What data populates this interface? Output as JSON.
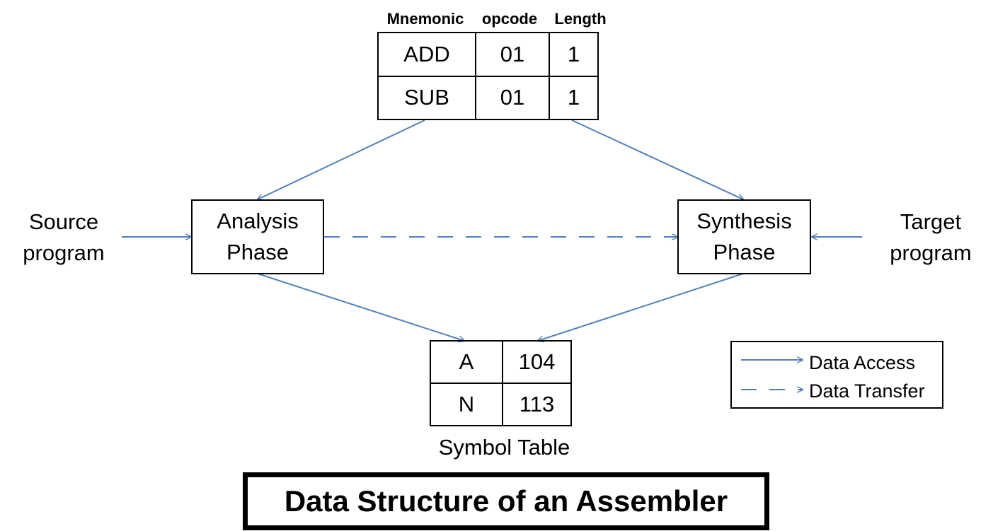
{
  "optab": {
    "headers": [
      "Mnemonic",
      "opcode",
      "Length"
    ],
    "rows": [
      [
        "ADD",
        "01",
        "1"
      ],
      [
        "SUB",
        "01",
        "1"
      ]
    ]
  },
  "symtab": {
    "rows": [
      [
        "A",
        "104"
      ],
      [
        "N",
        "113"
      ]
    ],
    "caption": "Symbol Table"
  },
  "nodes": {
    "analysis": [
      "Analysis",
      "Phase"
    ],
    "synthesis": [
      "Synthesis",
      "Phase"
    ]
  },
  "labels": {
    "source": [
      "Source",
      "program"
    ],
    "target": [
      "Target",
      "program"
    ]
  },
  "legend": {
    "access": "Data Access",
    "transfer": "Data Transfer"
  },
  "colors": {
    "edge": "#4f81bd",
    "border": "#000000"
  },
  "title": "Data Structure of an Assembler"
}
